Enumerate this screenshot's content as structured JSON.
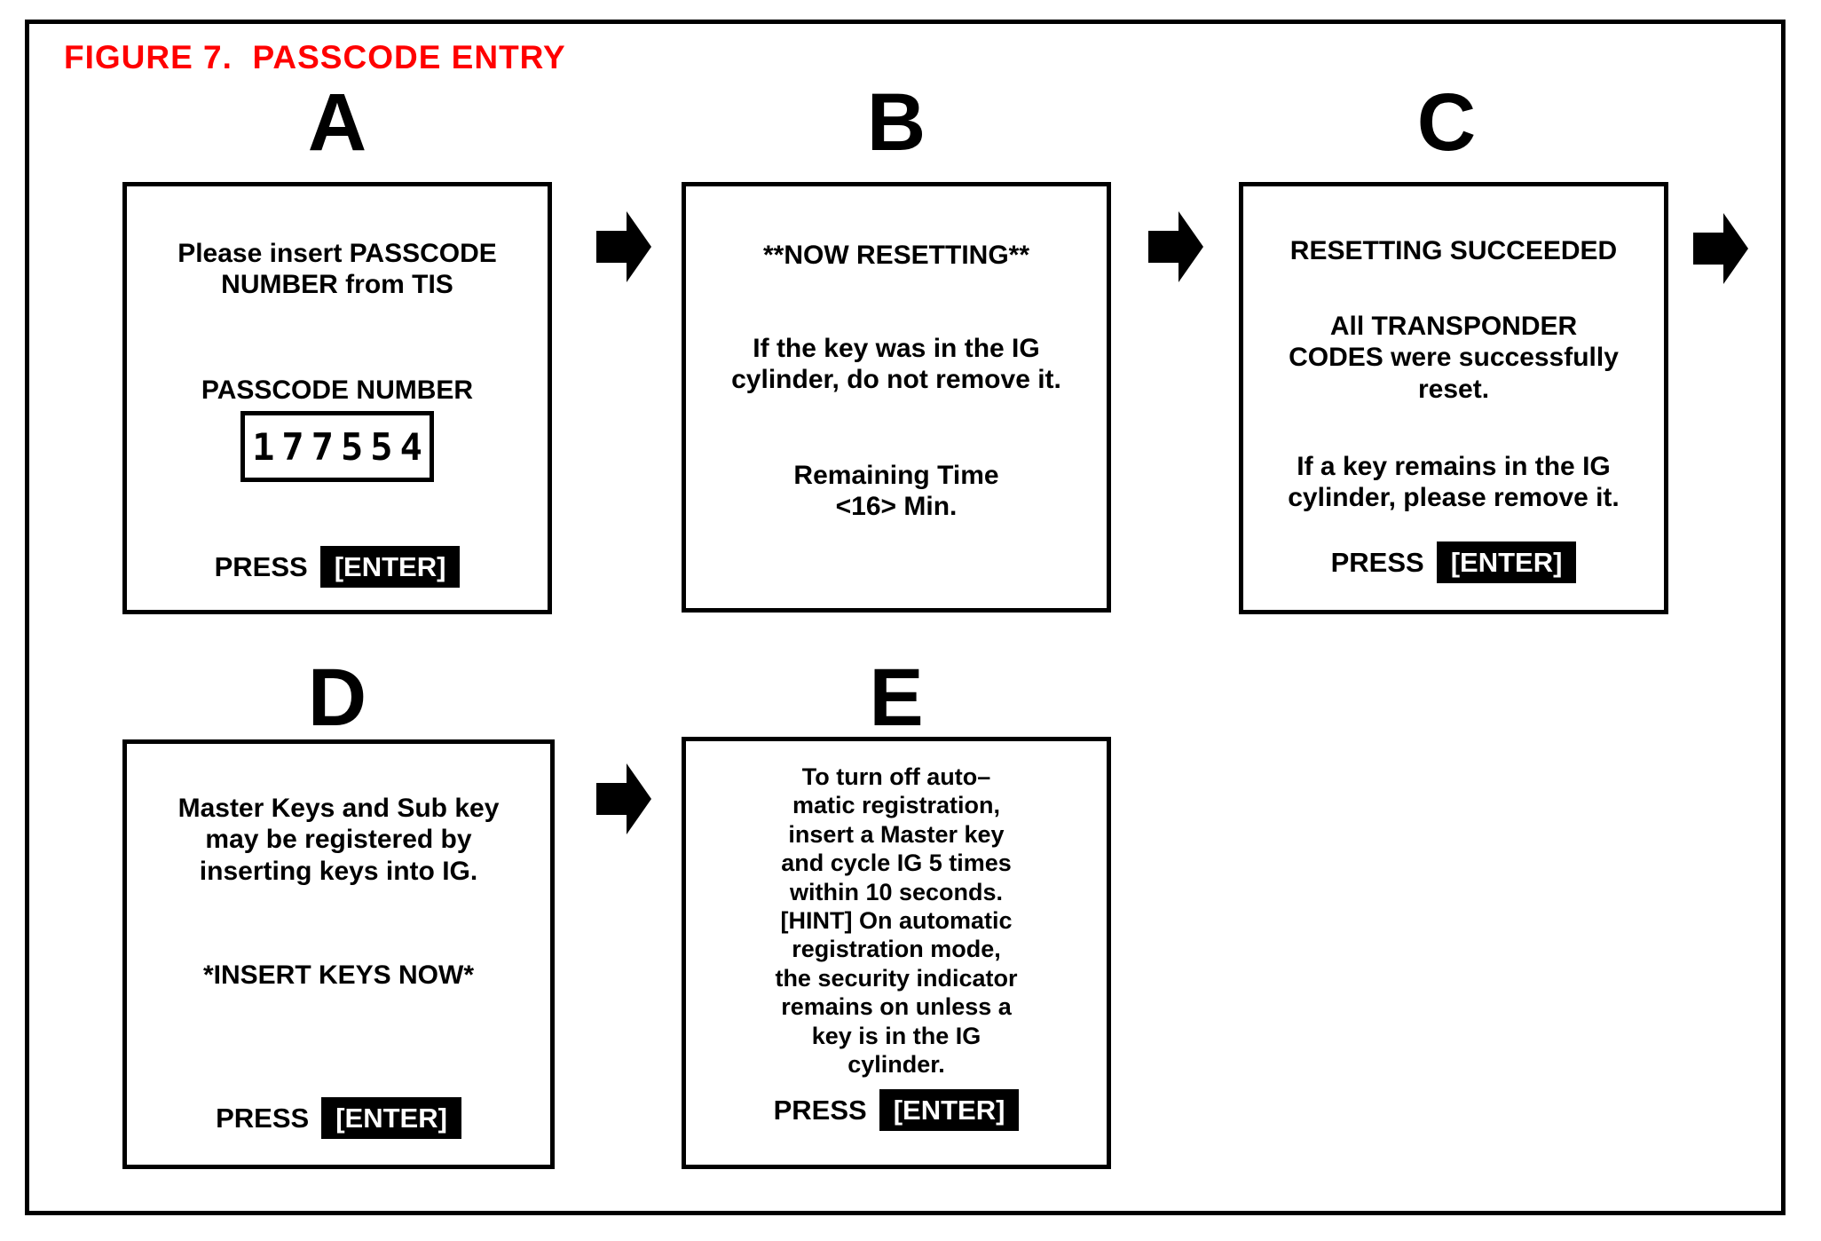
{
  "figure_title": "FIGURE 7.  PASSCODE ENTRY",
  "colors": {
    "title_red": "#ff0000",
    "ink_black": "#000000",
    "paper_white": "#ffffff"
  },
  "screens": [
    {
      "label": "A",
      "prompt": "Please insert PASSCODE\nNUMBER from TIS",
      "passcode_label": "PASSCODE NUMBER",
      "passcode_value": "177554",
      "press": "PRESS",
      "enter": "[ENTER]"
    },
    {
      "label": "B",
      "title": "**NOW RESETTING**",
      "body1": "If the key was in the IG\ncylinder, do not remove it.",
      "body2": "Remaining Time\n<16> Min."
    },
    {
      "label": "C",
      "title": "RESETTING SUCCEEDED",
      "body1": "All TRANSPONDER\nCODES were successfully\nreset.",
      "body2": "If a key remains in the IG\ncylinder, please remove it.",
      "press": "PRESS",
      "enter": "[ENTER]"
    },
    {
      "label": "D",
      "body1": "Master Keys and Sub key\nmay be registered by\ninserting keys into IG.",
      "body2": "*INSERT KEYS NOW*",
      "press": "PRESS",
      "enter": "[ENTER]"
    },
    {
      "label": "E",
      "body": "To turn off auto–\nmatic registration,\ninsert a Master key\nand cycle IG 5 times\nwithin 10 seconds.\n[HINT] On automatic\nregistration mode,\nthe security indicator\nremains on unless a\nkey is in the IG\ncylinder.",
      "press": "PRESS",
      "enter": "[ENTER]"
    }
  ],
  "arrows": [
    {
      "name": "arrow-a-to-b",
      "direction": "right"
    },
    {
      "name": "arrow-b-to-c",
      "direction": "right"
    },
    {
      "name": "arrow-c-to-next",
      "direction": "right"
    },
    {
      "name": "arrow-d-to-e",
      "direction": "right"
    }
  ]
}
